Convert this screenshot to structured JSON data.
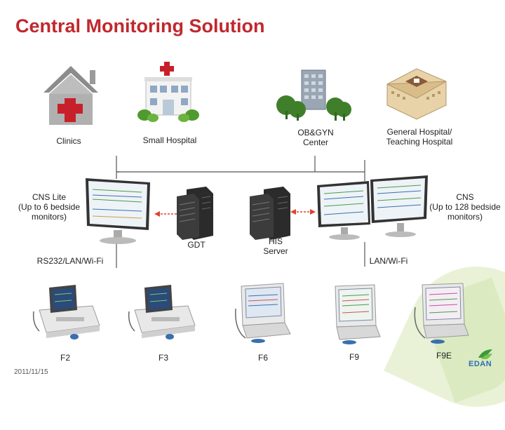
{
  "title": "Central Monitoring Solution",
  "facilities": {
    "clinics": "Clinics",
    "small_hospital": "Small Hospital",
    "obgyn_line1": "OB&GYN",
    "obgyn_line2": "Center",
    "general_line1": "General Hospital/",
    "general_line2": "Teaching Hospital"
  },
  "cns_lite": {
    "line1": "CNS Lite",
    "line2": "(Up to 6 bedside",
    "line3": "monitors)"
  },
  "cns": {
    "line1": "CNS",
    "line2": "(Up to 128 bedside",
    "line3": "monitors)"
  },
  "servers": {
    "gdt": "GDT",
    "his_line1": "HIS",
    "his_line2": "Server"
  },
  "connections": {
    "left": "RS232/LAN/Wi-Fi",
    "right": "LAN/Wi-Fi"
  },
  "monitors": [
    "F2",
    "F3",
    "F6",
    "F9",
    "F9E"
  ],
  "date": "2011/11/15",
  "logo": {
    "text": "EDAN"
  },
  "colors": {
    "title": "#c0282d",
    "line": "#555555",
    "arrow": "#e04030"
  }
}
